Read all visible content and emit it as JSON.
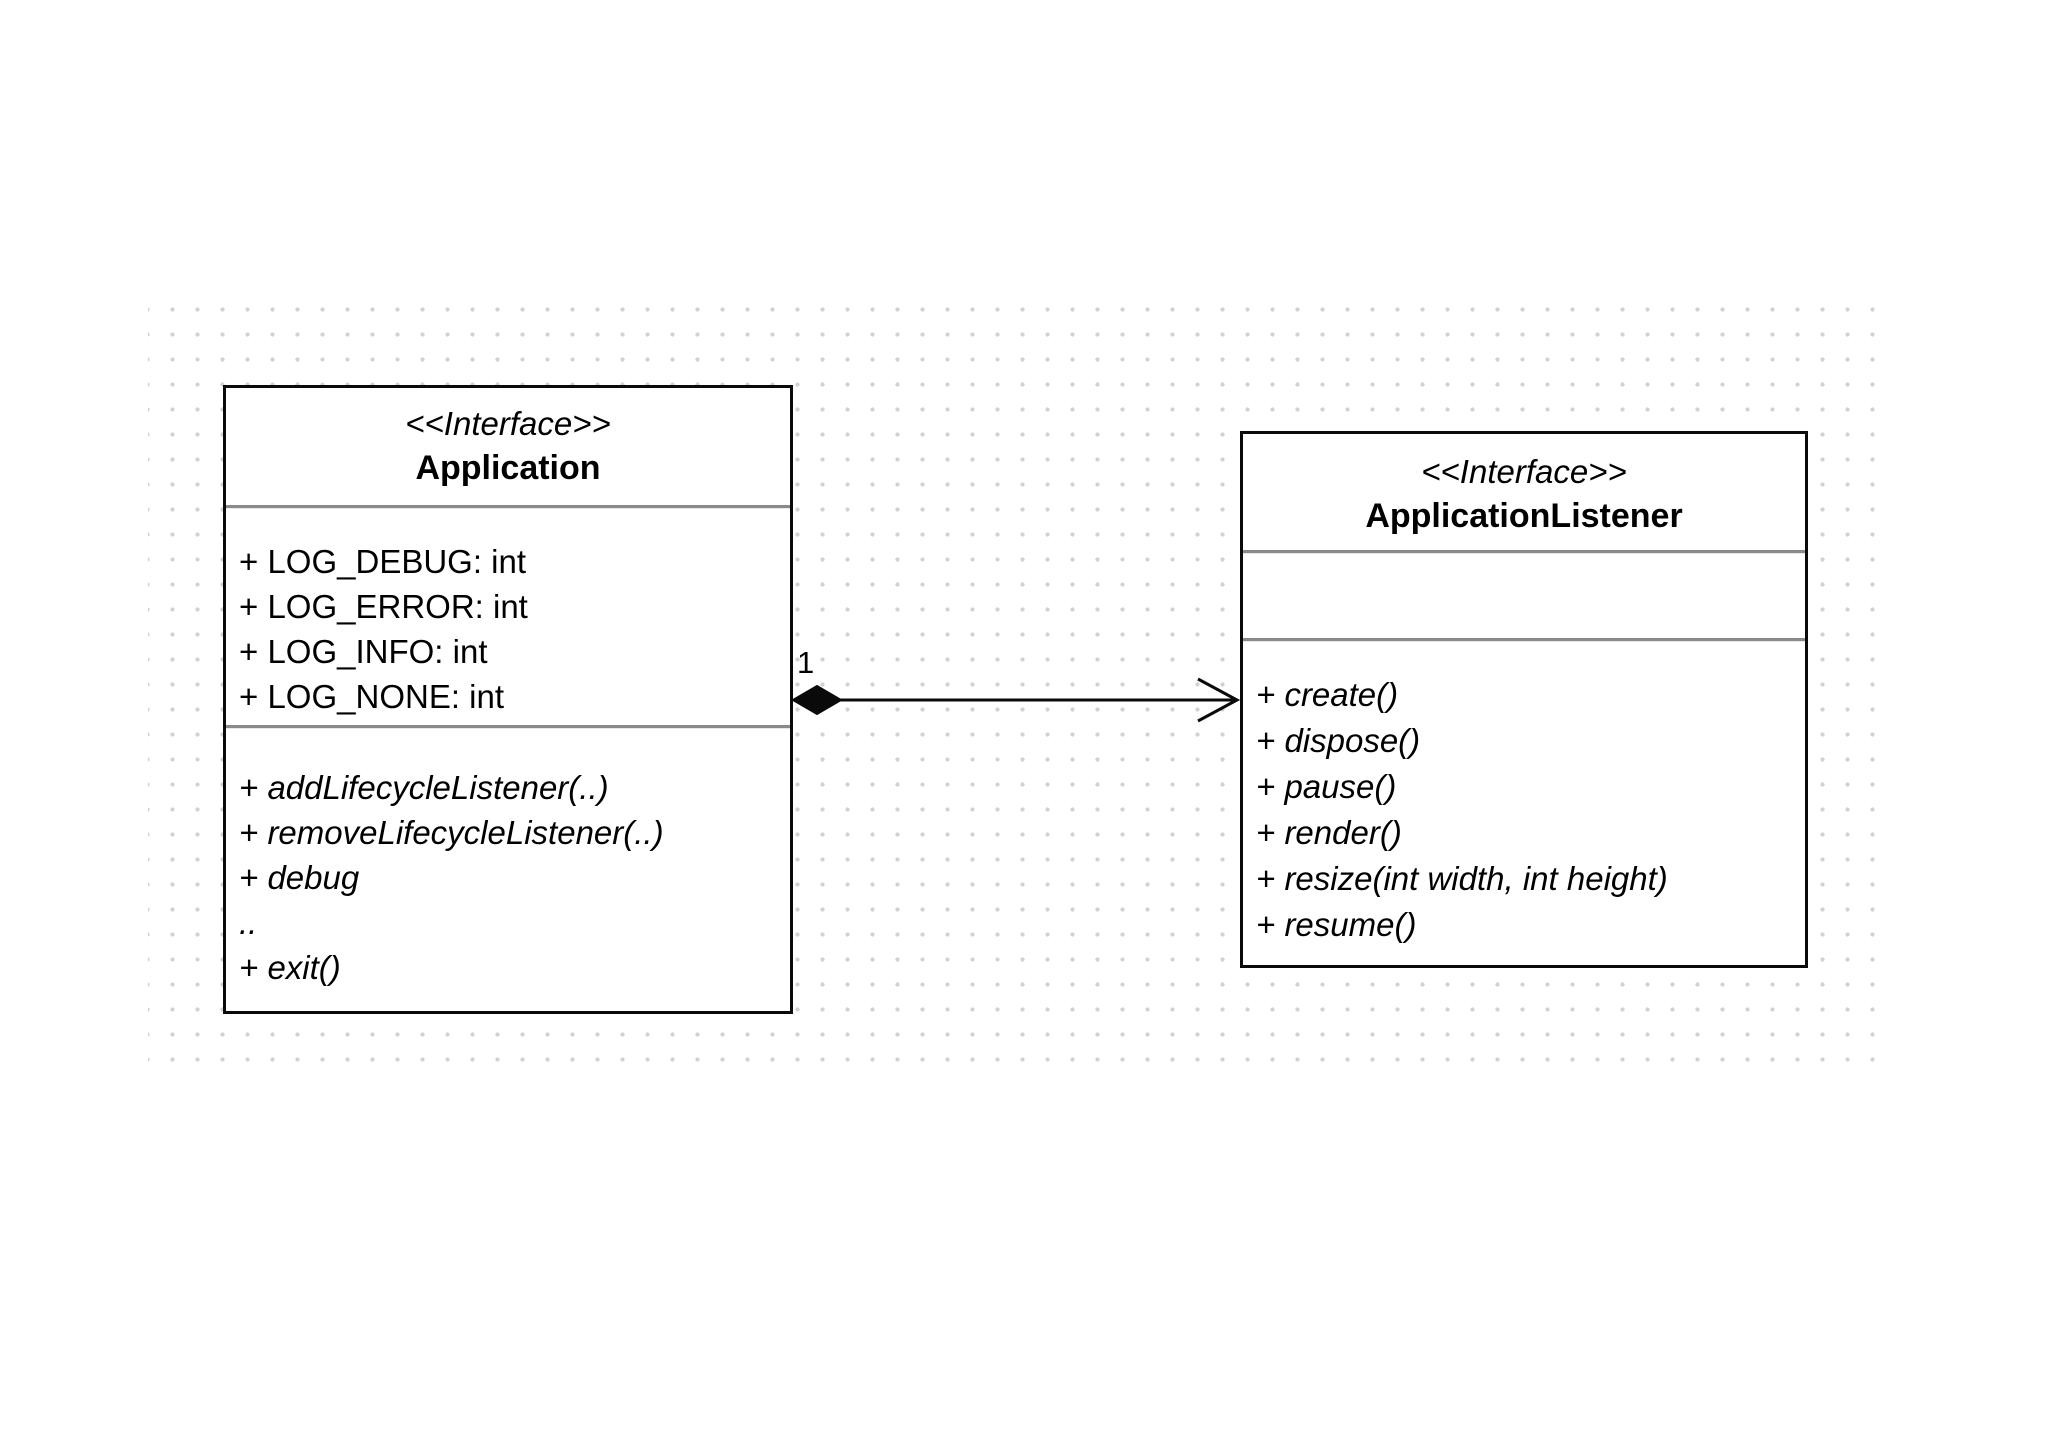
{
  "diagram": {
    "colors": {
      "box_border": "#0a0a0a",
      "section_divider": "#8a8a8a",
      "grid_dot": "#d2d2d2",
      "text": "#000000",
      "background": "#ffffff"
    },
    "classes": [
      {
        "stereotype": "<<Interface>>",
        "name": "Application",
        "attributes": [
          "+ LOG_DEBUG: int",
          "+ LOG_ERROR: int",
          "+ LOG_INFO: int",
          "+ LOG_NONE: int"
        ],
        "methods": [
          "+ addLifecycleListener(..)",
          "+ removeLifecycleListener(..)",
          "+ debug",
          "..",
          "+ exit()"
        ]
      },
      {
        "stereotype": "<<Interface>>",
        "name": "ApplicationListener",
        "attributes": [],
        "methods": [
          "+ create()",
          "+ dispose()",
          "+ pause()",
          "+ render()",
          "+ resize(int width, int height)",
          "+ resume()"
        ]
      }
    ],
    "relationship": {
      "type": "composition",
      "from": "Application",
      "to": "ApplicationListener",
      "multiplicity_label": "1"
    }
  }
}
